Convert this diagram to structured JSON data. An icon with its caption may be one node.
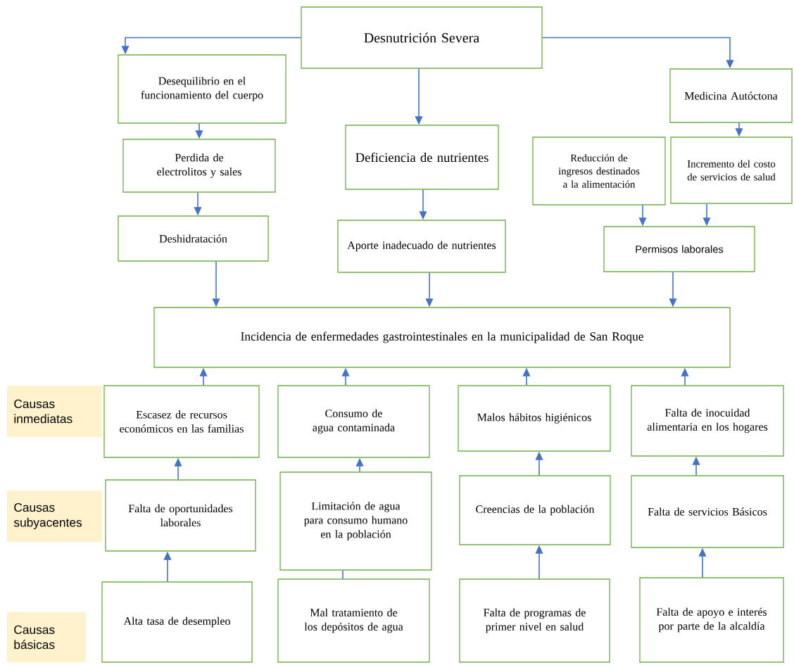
{
  "diagram": {
    "nodes": [
      {
        "text": [
          "Desnutrición Severa"
        ]
      },
      {
        "text": [
          "Desequilibrio en el funcionamiento del cuerpo"
        ]
      },
      {
        "text": [
          "Medicina Autóctona"
        ]
      },
      {
        "text": [
          "Perdida de electrolitos y sales"
        ]
      },
      {
        "text": [
          "Deficiencia de nutrientes"
        ]
      },
      {
        "text": [
          "Reducción de ingresos destinados a la alimentación"
        ]
      },
      {
        "text": [
          "Incremento del costo de servicios de salud"
        ]
      },
      {
        "text": [
          "Deshidratación"
        ]
      },
      {
        "text": [
          "Aporte inadecuado de nutrientes"
        ]
      },
      {
        "text": [
          "Permisos laborales"
        ]
      },
      {
        "text": [
          "Incidencia de enfermedades gastrointestinales en la municipalidad de San Roque"
        ]
      },
      {
        "text": [
          "Escasez de recursos económicos en las familias"
        ]
      },
      {
        "text": [
          "Consumo de agua contaminada"
        ]
      },
      {
        "text": [
          "Malos hábitos higiénicos"
        ]
      },
      {
        "text": [
          "Falta de inocuidad alimentaria en los hogares"
        ]
      },
      {
        "text": [
          "Falta de oportunidades laborales"
        ]
      },
      {
        "text": [
          "Limitación de agua para consumo humano en la población"
        ]
      },
      {
        "text": [
          "Creencias de la población"
        ]
      },
      {
        "text": [
          "Falta de servicios Básicos"
        ]
      },
      {
        "text": [
          "Alta tasa de desempleo"
        ]
      },
      {
        "text": [
          "Mal tratamiento de los depósitos de agua"
        ]
      },
      {
        "text": [
          "Falta de programas de primer nivel en salud"
        ]
      },
      {
        "text": [
          "Falta de apoyo e interés por parte de la alcaldía"
        ]
      },
      {
        "text": [
          "Causas inmediatas"
        ]
      },
      {
        "text": [
          "Causas subyacentes"
        ]
      },
      {
        "text": [
          "Causas básicas"
        ]
      }
    ],
    "edges": [
      {
        "from": 0,
        "to": 1,
        "arrow": "to"
      },
      {
        "from": 0,
        "to": 4,
        "arrow": "to"
      },
      {
        "from": 0,
        "to": 2,
        "arrow": "to"
      },
      {
        "from": 1,
        "to": 3,
        "arrow": "to"
      },
      {
        "from": 3,
        "to": 7,
        "arrow": "to"
      },
      {
        "from": 7,
        "to": 10,
        "arrow": "to"
      },
      {
        "from": 4,
        "to": 8,
        "arrow": "to"
      },
      {
        "from": 8,
        "to": 10,
        "arrow": "to"
      },
      {
        "from": 2,
        "to": 6,
        "arrow": "to"
      },
      {
        "from": 5,
        "to": 9,
        "arrow": "to"
      },
      {
        "from": 6,
        "to": 9,
        "arrow": "to"
      },
      {
        "from": 9,
        "to": 10,
        "arrow": "to"
      },
      {
        "from": 11,
        "to": 10,
        "arrow": "to"
      },
      {
        "from": 12,
        "to": 10,
        "arrow": "to"
      },
      {
        "from": 13,
        "to": 10,
        "arrow": "to"
      },
      {
        "from": 14,
        "to": 10,
        "arrow": "to"
      },
      {
        "from": 15,
        "to": 11,
        "arrow": "to"
      },
      {
        "from": 16,
        "to": 12,
        "arrow": "to"
      },
      {
        "from": 17,
        "to": 13,
        "arrow": "to"
      },
      {
        "from": 18,
        "to": 14,
        "arrow": "to"
      },
      {
        "from": 19,
        "to": 15,
        "arrow": "to"
      },
      {
        "from": 20,
        "to": 16,
        "arrow": "none"
      },
      {
        "from": 21,
        "to": 17,
        "arrow": "to"
      },
      {
        "from": 22,
        "to": 18,
        "arrow": "to"
      }
    ]
  }
}
